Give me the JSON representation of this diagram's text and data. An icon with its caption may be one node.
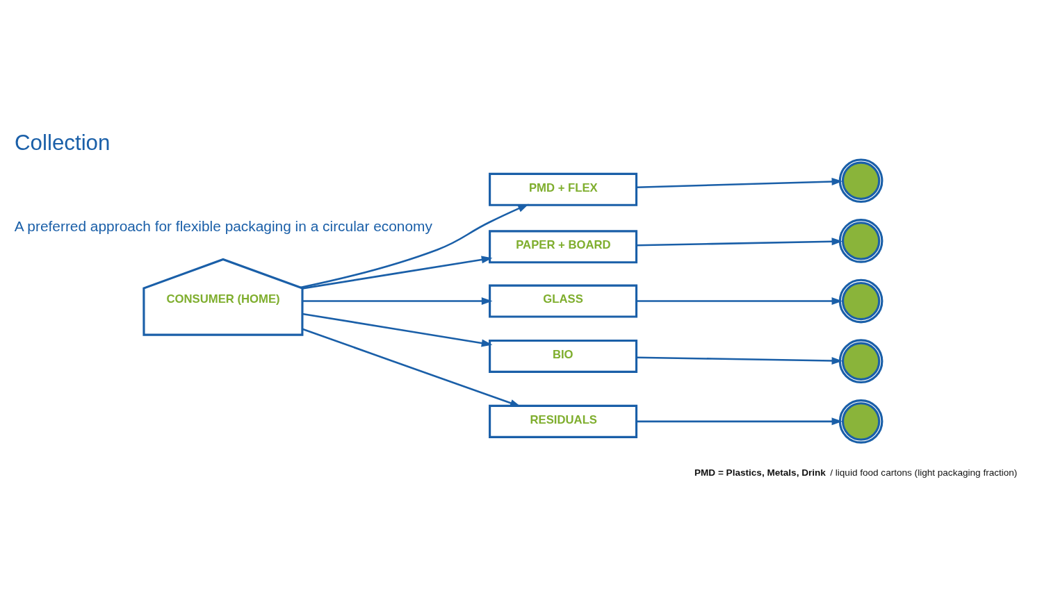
{
  "diagram": {
    "title": "Collection",
    "nodes": [
      {
        "text": [
          "CONSUMER (HOME)"
        ]
      },
      {
        "text": [
          "PMD + FLEX"
        ]
      },
      {
        "text": [
          "PAPER + BOARD"
        ]
      },
      {
        "text": [
          "GLASS"
        ]
      },
      {
        "text": [
          "BIO"
        ]
      },
      {
        "text": [
          "RESIDUALS"
        ]
      },
      {
        "text": [],
        "shape": "picture"
      },
      {
        "text": [],
        "shape": "picture"
      },
      {
        "text": [],
        "shape": "picture"
      },
      {
        "text": [],
        "shape": "picture"
      },
      {
        "text": [],
        "shape": "picture"
      }
    ],
    "edges": [
      {
        "from": 0,
        "to": 1,
        "arrow": "to"
      },
      {
        "from": 0,
        "to": 2,
        "arrow": "to"
      },
      {
        "from": 0,
        "to": 3,
        "arrow": "to"
      },
      {
        "from": 0,
        "to": 4,
        "arrow": "to"
      },
      {
        "from": 0,
        "to": 5,
        "arrow": "to"
      },
      {
        "from": 1,
        "to": 6,
        "arrow": "to"
      },
      {
        "from": 2,
        "to": 7,
        "arrow": "to"
      },
      {
        "from": 3,
        "to": 8,
        "arrow": "to"
      },
      {
        "from": 4,
        "to": 9,
        "arrow": "to"
      },
      {
        "from": 5,
        "to": 10,
        "arrow": "to"
      }
    ],
    "labels": [
      "A preferred approach for flexible packaging in a circular economy",
      "**PMD = Plastics, Metals, Drink** / liquid food cartons (light packaging fraction)"
    ]
  }
}
